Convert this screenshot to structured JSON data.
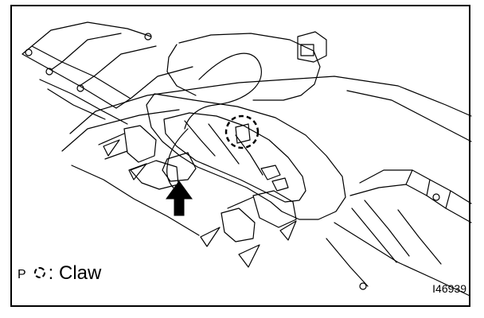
{
  "legend": {
    "corner_mark": "P",
    "symbol_icon": "dashed-circle-icon",
    "label": "Claw"
  },
  "figure_id": "I46939",
  "colors": {
    "stroke": "#000000",
    "background": "#ffffff"
  }
}
